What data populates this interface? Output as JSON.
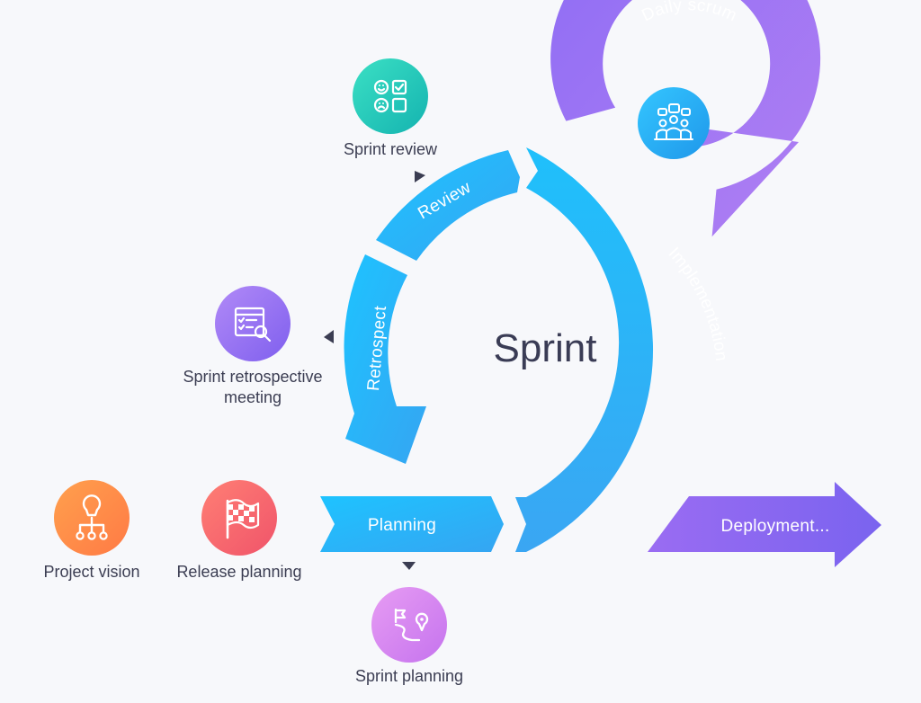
{
  "center": {
    "title": "Sprint"
  },
  "segments": {
    "planning": "Planning",
    "retrospect": "Retrospect",
    "review": "Review",
    "implementation": "Implementation",
    "daily_scrum": "Daily scrum",
    "deployment": "Deployment..."
  },
  "captions": {
    "project_vision": "Project vision",
    "release_planning": "Release planning",
    "sprint_planning": "Sprint planning",
    "sprint_retro_line1": "Sprint retrospective",
    "sprint_retro_line2": "meeting",
    "sprint_review": "Sprint review"
  },
  "icons": {
    "project_vision": "lightbulb-network-icon",
    "release_planning": "checkered-flag-icon",
    "sprint_planning": "route-map-icon",
    "sprint_retrospective": "checklist-magnifier-icon",
    "sprint_review": "feedback-faces-icon",
    "daily_scrum": "team-meeting-icon"
  },
  "colors": {
    "sprint_blue": "#29b3f5",
    "deployment_purple": "#9a6cf2",
    "project_vision": "#ff8a4c",
    "release_planning": "#f7656f",
    "sprint_planning": "#d889f0",
    "sprint_retrospective": "#9a6cf2",
    "sprint_review": "#1fc6b3",
    "daily_scrum": "#2ba9ee"
  }
}
